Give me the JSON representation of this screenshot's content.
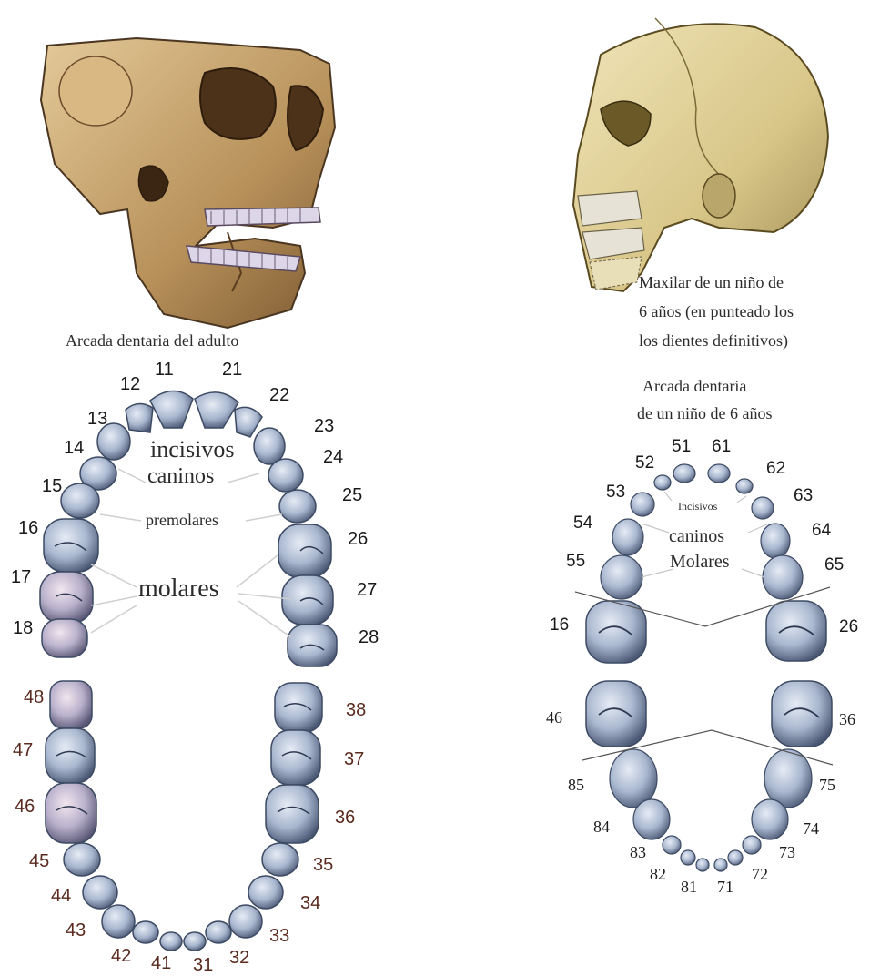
{
  "adult": {
    "caption": "Arcada dentaria del adulto",
    "labels": {
      "incisivos": "incisivos",
      "caninos": "caninos",
      "premolares": "premolares",
      "molares": "molares"
    },
    "upper_numbers": [
      "11",
      "21",
      "12",
      "22",
      "13",
      "23",
      "14",
      "24",
      "15",
      "25",
      "16",
      "26",
      "17",
      "27",
      "18",
      "28"
    ],
    "lower_numbers": [
      "48",
      "38",
      "47",
      "37",
      "46",
      "36",
      "45",
      "35",
      "44",
      "34",
      "43",
      "33",
      "42",
      "32",
      "41",
      "31"
    ]
  },
  "child": {
    "skull_caption_lines": [
      "Maxilar de  un niño de",
      "6 años (en punteado los",
      "los dientes definitivos)"
    ],
    "arch_caption_lines": [
      "Arcada dentaria",
      "de un niño de 6 años"
    ],
    "labels": {
      "incisivos": "Incisivos",
      "caninos": "caninos",
      "molares": "Molares"
    },
    "upper_numbers": [
      "51",
      "61",
      "52",
      "62",
      "53",
      "63",
      "54",
      "64",
      "55",
      "65",
      "16",
      "26"
    ],
    "lower_numbers": [
      "46",
      "36",
      "85",
      "75",
      "84",
      "74",
      "83",
      "73",
      "82",
      "72",
      "81",
      "71"
    ]
  },
  "colors": {
    "tooth_fill": "#a8b6cf",
    "tooth_stroke": "#3d4a63",
    "skull_bone": "#c9a877",
    "number_dark": "#1a1a1a",
    "number_brown": "#5a2a1e"
  }
}
